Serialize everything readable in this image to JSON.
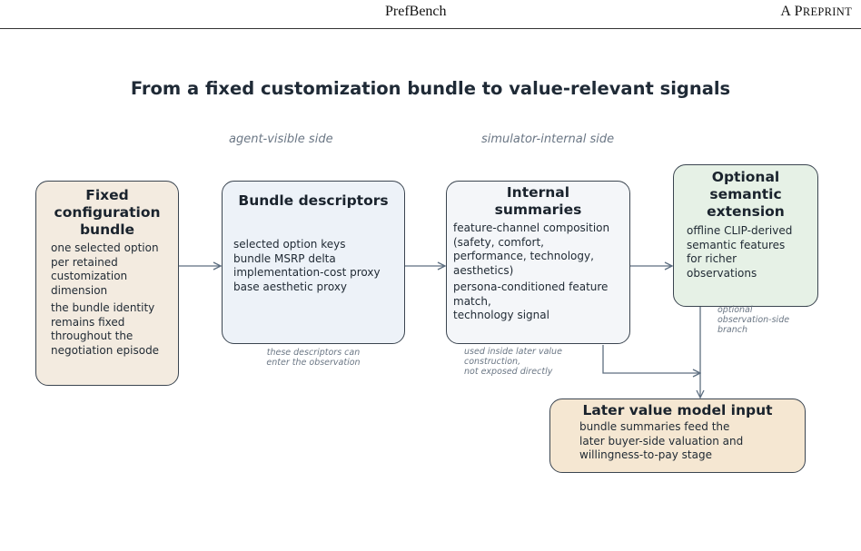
{
  "header": {
    "center": "PrefBench",
    "right_a": "A P",
    "right_b": "REPRINT"
  },
  "diagram": {
    "title": "From a fixed customization bundle to value-relevant signals",
    "agent_side_label": "agent-visible side",
    "simulator_side_label": "simulator-internal side",
    "colors": {
      "bundle_fill": "#f3ebe0",
      "descriptors_fill": "#edf2f8",
      "summaries_fill": "#f4f6f9",
      "semantic_fill": "#e6f1e6",
      "value_fill": "#f5e7d2",
      "stroke": "#3b4550",
      "arrow": "#5d6e80"
    },
    "boxes": {
      "bundle": {
        "title": [
          "Fixed",
          "configuration",
          "bundle"
        ],
        "text": [
          "one selected option",
          "per retained",
          "customization",
          "dimension"
        ],
        "text2": [
          "the bundle identity",
          "remains fixed",
          "throughout the",
          "negotiation episode"
        ]
      },
      "descriptors": {
        "title": "Bundle descriptors",
        "text": [
          "selected option keys",
          "bundle MSRP delta",
          "implementation-cost proxy",
          "base aesthetic proxy"
        ]
      },
      "summaries": {
        "title": [
          "Internal",
          "summaries"
        ],
        "text": [
          "feature-channel composition",
          "(safety, comfort,",
          "performance, technology,",
          "aesthetics)",
          "persona-conditioned feature",
          "match,",
          "technology signal"
        ]
      },
      "semantic": {
        "title": [
          "Optional",
          "semantic",
          "extension"
        ],
        "text": [
          "offline CLIP-derived",
          "semantic features",
          "for richer",
          "observations"
        ]
      },
      "value": {
        "title": "Later value model input",
        "text": [
          "bundle summaries feed the",
          "later buyer-side valuation and",
          "willingness-to-pay stage"
        ]
      }
    },
    "captions": {
      "descriptors": [
        "these descriptors can",
        "enter the observation"
      ],
      "summaries": [
        "used inside later value",
        "construction,",
        "not exposed directly"
      ],
      "semantic": [
        "optional",
        "observation-side",
        "branch"
      ]
    }
  }
}
